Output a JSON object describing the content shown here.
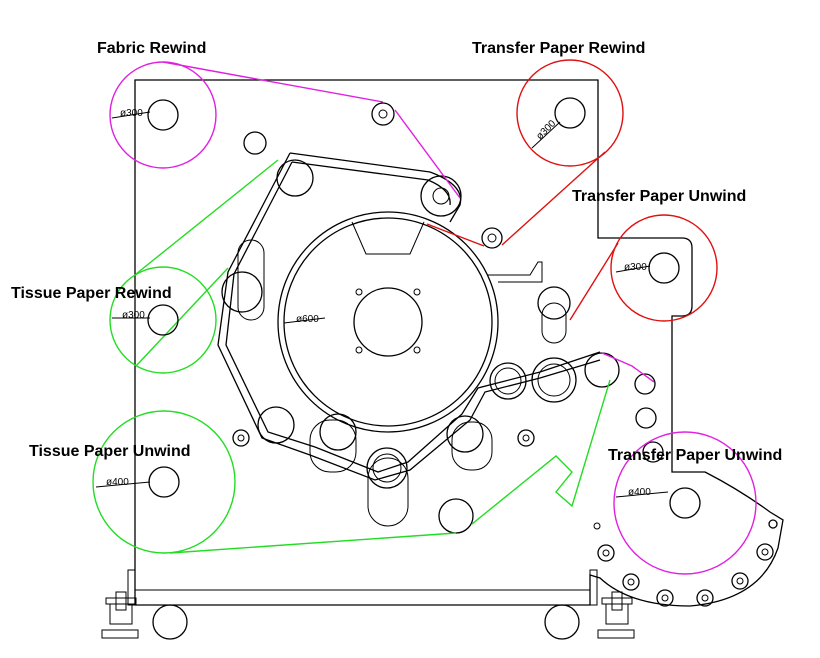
{
  "labels": {
    "fabric_rewind": "Fabric Rewind",
    "transfer_paper_rewind": "Transfer Paper Rewind",
    "transfer_paper_unwind_top": "Transfer Paper Unwind",
    "tissue_paper_rewind": "Tissue Paper Rewind",
    "tissue_paper_unwind": "Tissue Paper Unwind",
    "transfer_paper_unwind_bottom": "Transfer Paper Unwind"
  },
  "dimensions": {
    "fabric_rewind": "ø300",
    "transfer_paper_rewind": "ø300",
    "transfer_paper_unwind_top": "ø300",
    "tissue_paper_rewind": "ø300",
    "main_drum": "ø600",
    "tissue_paper_unwind": "ø400",
    "transfer_paper_unwind_bottom": "ø400"
  },
  "colors": {
    "fabric_path": "#e020e0",
    "transfer_paper_path": "#e01010",
    "tissue_paper_path": "#22dd22",
    "outline": "#000000"
  }
}
